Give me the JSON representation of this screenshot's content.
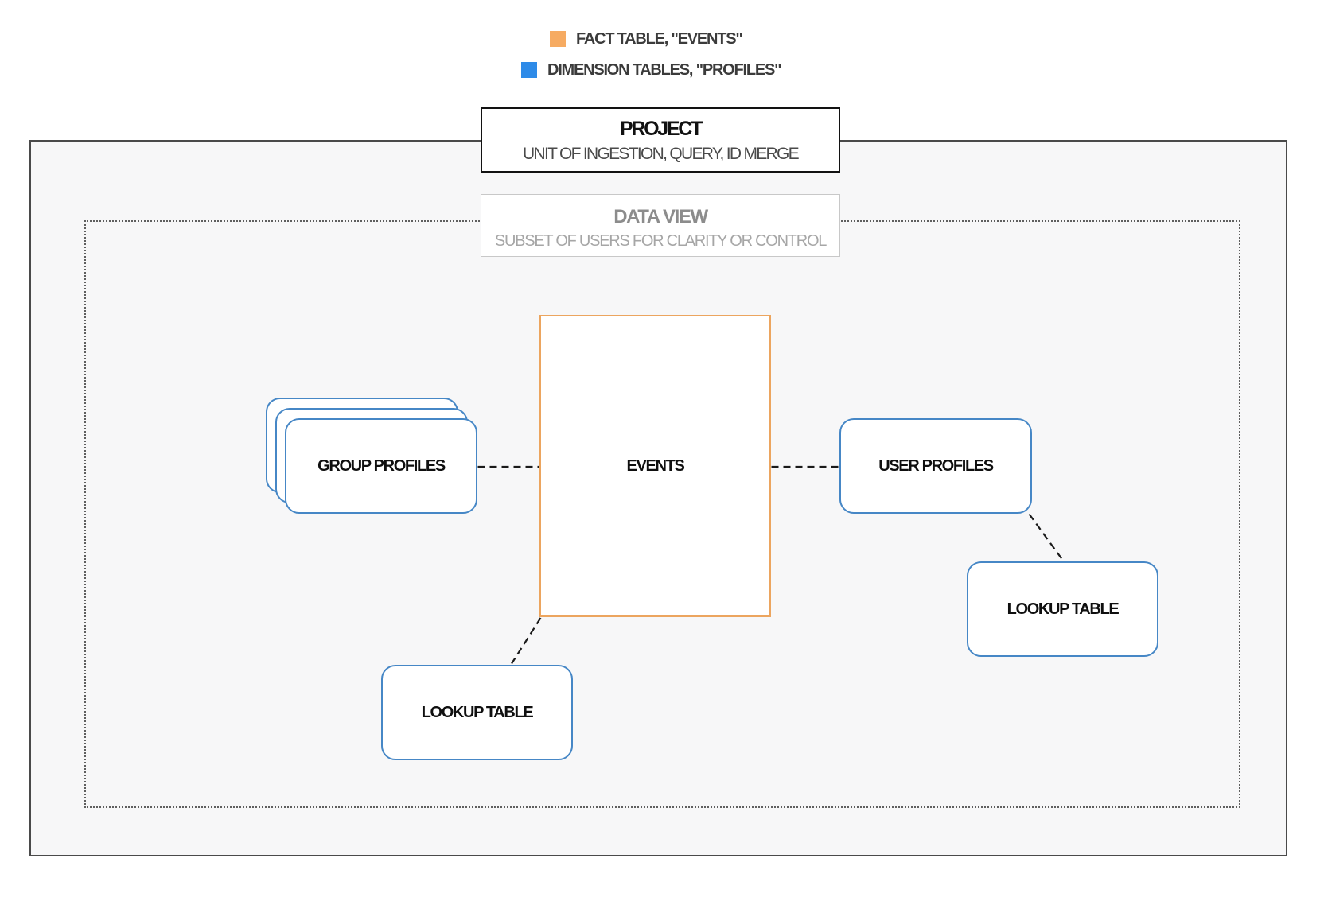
{
  "legend": {
    "items": [
      {
        "id": "fact",
        "label": "FACT TABLE, \"EVENTS\"",
        "color": "#f6ab62"
      },
      {
        "id": "dimension",
        "label": "DIMENSION TABLES, \"PROFILES\"",
        "color": "#2e8be8"
      }
    ]
  },
  "project": {
    "title": "PROJECT",
    "subtitle": "UNIT OF INGESTION, QUERY, ID MERGE"
  },
  "data_view": {
    "title": "DATA VIEW",
    "subtitle": "SUBSET OF USERS FOR CLARITY OR CONTROL"
  },
  "nodes": {
    "group_profiles": {
      "label": "GROUP PROFILES"
    },
    "events": {
      "label": "EVENTS"
    },
    "user_profiles": {
      "label": "USER PROFILES"
    },
    "lookup_table_left": {
      "label": "LOOKUP TABLE"
    },
    "lookup_table_right": {
      "label": "LOOKUP TABLE"
    }
  },
  "colors": {
    "fact_table_accent": "#f6ab62",
    "fact_table_border": "#eca55f",
    "dimension_table_accent": "#2e8be8",
    "dimension_table_border": "#4687c6",
    "canvas_background": "#f7f7f8",
    "connector": "#1a1a1a"
  }
}
